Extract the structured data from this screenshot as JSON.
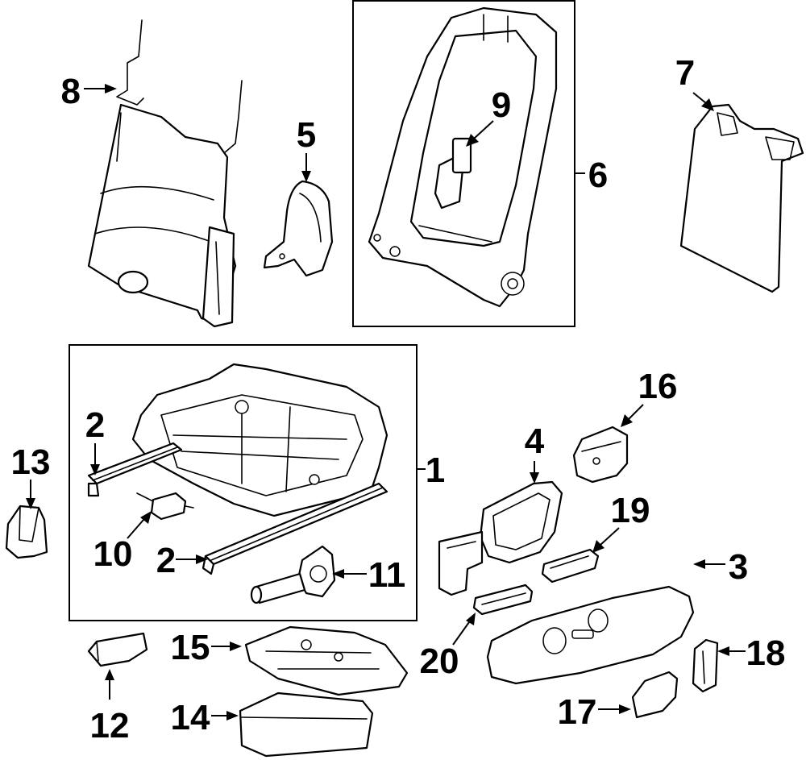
{
  "callouts": [
    {
      "id": "8",
      "label": "8"
    },
    {
      "id": "5",
      "label": "5"
    },
    {
      "id": "9",
      "label": "9"
    },
    {
      "id": "6",
      "label": "6"
    },
    {
      "id": "7",
      "label": "7"
    },
    {
      "id": "2a",
      "label": "2"
    },
    {
      "id": "13",
      "label": "13"
    },
    {
      "id": "10",
      "label": "10"
    },
    {
      "id": "2b",
      "label": "2"
    },
    {
      "id": "11",
      "label": "11"
    },
    {
      "id": "1",
      "label": "1"
    },
    {
      "id": "4",
      "label": "4"
    },
    {
      "id": "16",
      "label": "16"
    },
    {
      "id": "19",
      "label": "19"
    },
    {
      "id": "3",
      "label": "3"
    },
    {
      "id": "12",
      "label": "12"
    },
    {
      "id": "15",
      "label": "15"
    },
    {
      "id": "14",
      "label": "14"
    },
    {
      "id": "20",
      "label": "20"
    },
    {
      "id": "17",
      "label": "17"
    },
    {
      "id": "18",
      "label": "18"
    }
  ],
  "colors": {
    "line": "#000000",
    "background": "#ffffff"
  }
}
